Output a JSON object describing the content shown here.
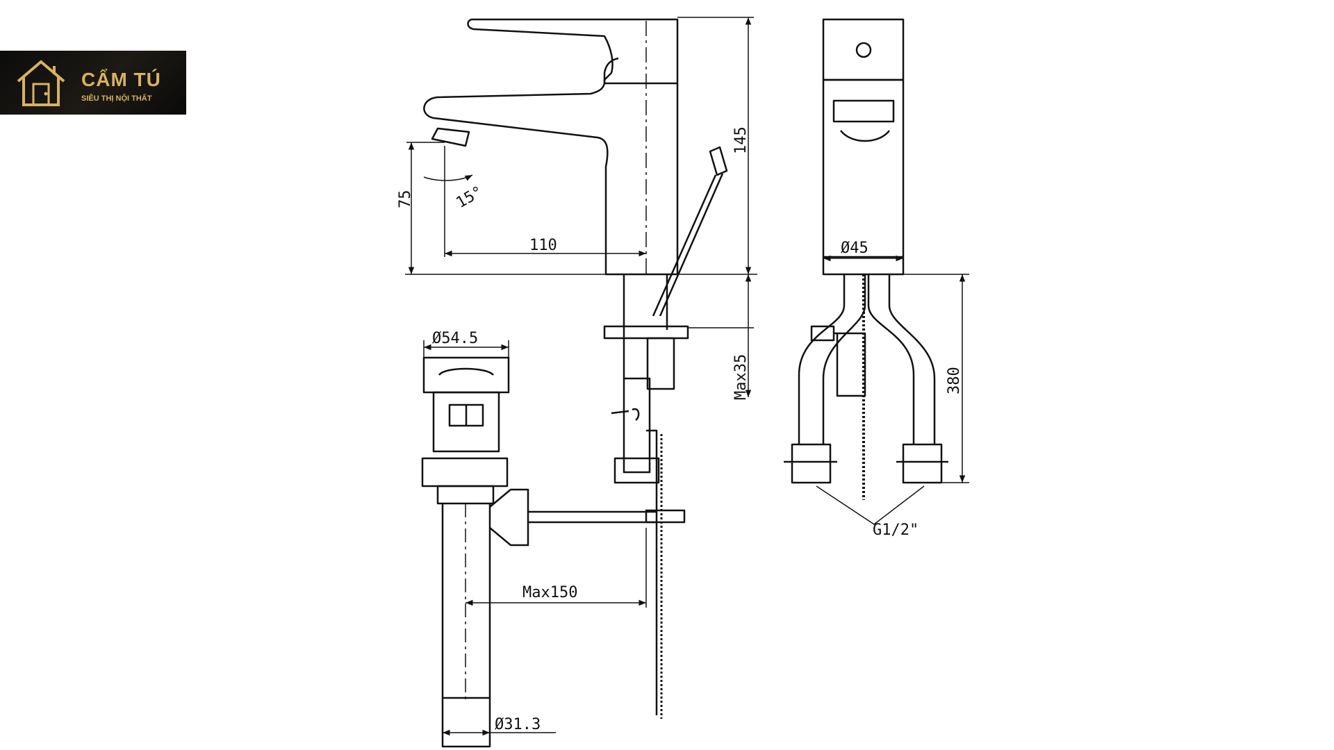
{
  "brand": {
    "name": "CẨM TÚ",
    "tagline": "SIÊU THỊ NỘI THẤT",
    "colors": {
      "gold": "#d9b25f",
      "background": "#111111"
    }
  },
  "drawing": {
    "dimensions": {
      "spout_height": "75",
      "spout_angle": "15°",
      "spout_reach": "110",
      "total_height": "145",
      "max_thickness": "Max35",
      "drain_diameter": "Ø54.5",
      "rod_length": "Max150",
      "pipe_diameter": "Ø31.3",
      "body_diameter": "Ø45",
      "hose_length": "380",
      "thread": "G1/2\""
    }
  }
}
